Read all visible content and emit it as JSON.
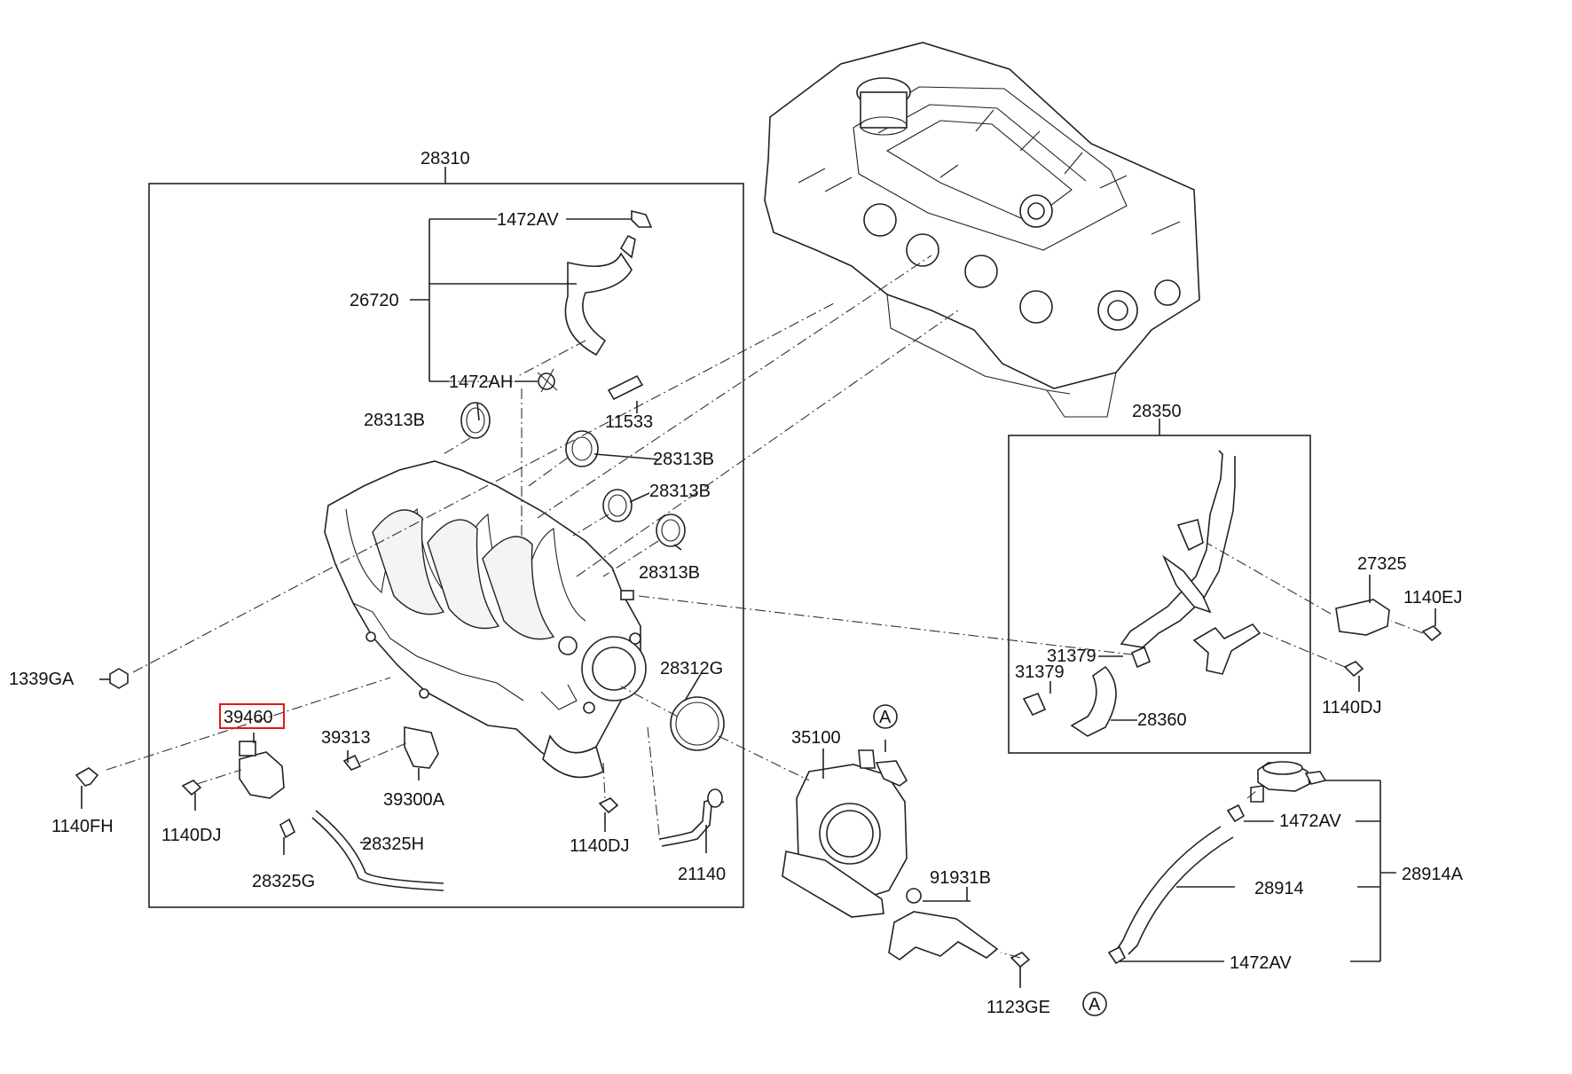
{
  "diagram": {
    "labels": {
      "p28310": "28310",
      "p1472AV_top": "1472AV",
      "p26720": "26720",
      "p1472AH": "1472AH",
      "p11533": "11533",
      "p28313B_1": "28313B",
      "p28313B_2": "28313B",
      "p28313B_3": "28313B",
      "p28313B_4": "28313B",
      "p1339GA": "1339GA",
      "p28312G": "28312G",
      "p39460": "39460",
      "p39313": "39313",
      "p39300A": "39300A",
      "p1140FH": "1140FH",
      "p1140DJ_left": "1140DJ",
      "p28325G": "28325G",
      "p28325H": "28325H",
      "p1140DJ_mid": "1140DJ",
      "p21140": "21140",
      "p35100": "35100",
      "pA_top": "A",
      "p91931B": "91931B",
      "p1123GE": "1123GE",
      "p28350": "28350",
      "p31379_a": "31379",
      "p31379_b": "31379",
      "p28360": "28360",
      "p27325": "27325",
      "p1140EJ": "1140EJ",
      "p1140DJ_right": "1140DJ",
      "p1472AV_r1": "1472AV",
      "p28914": "28914",
      "p28914A": "28914A",
      "p1472AV_r2": "1472AV",
      "pA_bottom": "A"
    },
    "highlighted_part": "39460",
    "highlight_color": "#e01818"
  }
}
